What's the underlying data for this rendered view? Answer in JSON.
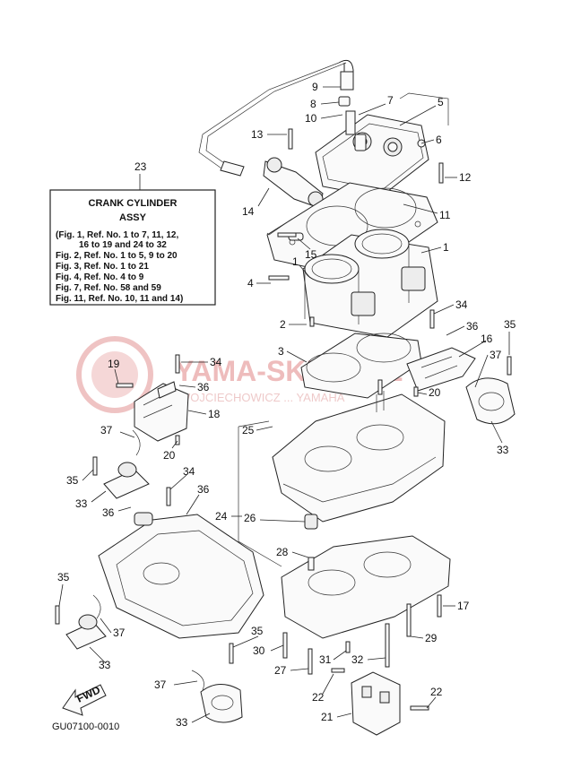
{
  "diagram": {
    "part_box": {
      "ref": "23",
      "title_line1": "CRANK CYLINDER",
      "title_line2": "ASSY",
      "lines": [
        "(Fig. 1, Ref. No. 1 to 7, 11, 12,",
        "16 to 19 and 24 to 32",
        "Fig. 2, Ref. No. 1 to 5, 9 to 20",
        "Fig. 3, Ref. No. 1 to 21",
        "Fig. 4, Ref. No. 4 to 9",
        "Fig. 7, Ref. No. 58 and 59",
        "Fig. 11, Ref. No. 10, 11 and 14)"
      ]
    },
    "watermark": {
      "text": "YAMA-SKLEP.PL",
      "subtext": "WOJCIECHOWICZ ... YAMAHA"
    },
    "fwd_label": "FWD",
    "figure_code": "GU07100-0010",
    "labels": {
      "l1": "9",
      "l2": "8",
      "l3": "7",
      "l4": "5",
      "l5": "10",
      "l6": "6",
      "l7": "13",
      "l8": "12",
      "l9": "14",
      "l10": "11",
      "l11": "15",
      "l12": "1",
      "l13": "1",
      "l14": "4",
      "l15": "2",
      "l16": "34",
      "l17": "3",
      "l18": "36",
      "l19": "35",
      "l20": "16",
      "l21": "37",
      "l22": "19",
      "l23": "34",
      "l24": "36",
      "l25": "18",
      "l26": "20",
      "l27": "25",
      "l28": "37",
      "l29": "20",
      "l30": "33",
      "l31": "35",
      "l32": "34",
      "l33": "33",
      "l34": "36",
      "l35": "36",
      "l36": "24",
      "l37": "26",
      "l38": "28",
      "l39": "35",
      "l40": "17",
      "l41": "37",
      "l42": "29",
      "l43": "35",
      "l44": "30",
      "l45": "33",
      "l46": "27",
      "l47": "31",
      "l48": "32",
      "l49": "37",
      "l50": "22",
      "l51": "22",
      "l52": "33",
      "l53": "21",
      "l54": "23"
    }
  }
}
